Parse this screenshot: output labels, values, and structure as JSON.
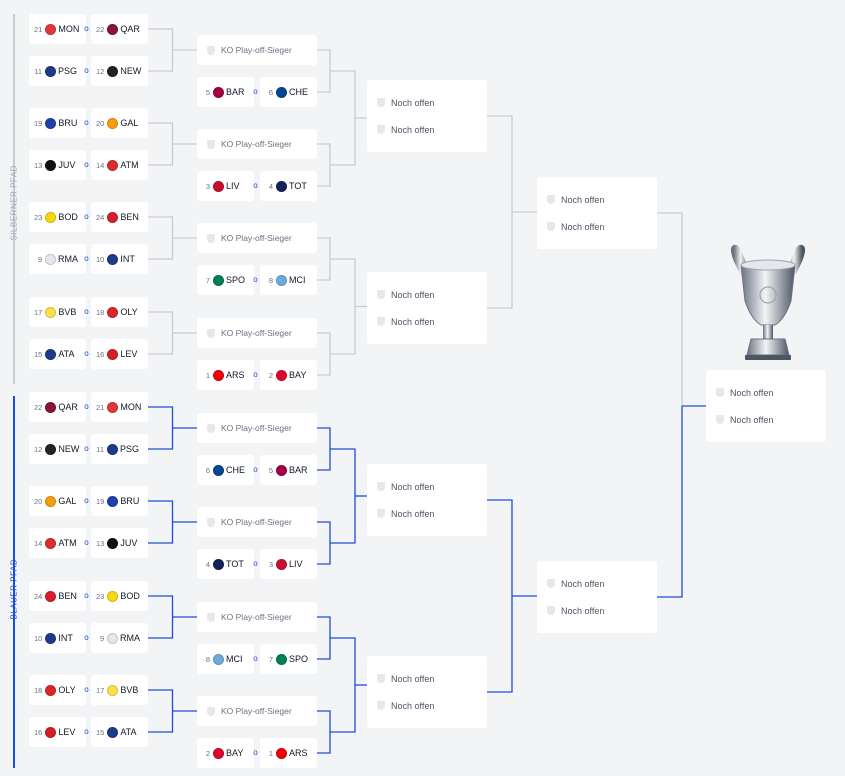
{
  "colors": {
    "silver_path": "#c7ccd3",
    "blue_path": "#1d4ed8",
    "card": "#ffffff",
    "background": "#f3f4f6"
  },
  "paths": {
    "silver": "SILBERNER PFAD",
    "blue": "BLAUER PFAD"
  },
  "connector_symbol": "o",
  "playoff_label": "KO Play-off-Sieger",
  "pending_label": "Noch offen",
  "silver_matches": [
    {
      "a": {
        "seed": "21",
        "code": "MON",
        "logo": "#e2363b"
      },
      "b": {
        "seed": "22",
        "code": "QAR",
        "logo": "#8b1538"
      }
    },
    {
      "a": {
        "seed": "11",
        "code": "PSG",
        "logo": "#1e3a8a"
      },
      "b": {
        "seed": "12",
        "code": "NEW",
        "logo": "#222222"
      }
    },
    {
      "a": {
        "seed": "19",
        "code": "BRU",
        "logo": "#1e40af"
      },
      "b": {
        "seed": "20",
        "code": "GAL",
        "logo": "#f59e0b"
      }
    },
    {
      "a": {
        "seed": "13",
        "code": "JUV",
        "logo": "#111111"
      },
      "b": {
        "seed": "14",
        "code": "ATM",
        "logo": "#d92e2e"
      }
    },
    {
      "a": {
        "seed": "23",
        "code": "BOD",
        "logo": "#f5d90a"
      },
      "b": {
        "seed": "24",
        "code": "BEN",
        "logo": "#d61f2b"
      }
    },
    {
      "a": {
        "seed": "9",
        "code": "RMA",
        "logo": "#e5e7eb"
      },
      "b": {
        "seed": "10",
        "code": "INT",
        "logo": "#1e3a8a"
      }
    },
    {
      "a": {
        "seed": "17",
        "code": "BVB",
        "logo": "#fde047"
      },
      "b": {
        "seed": "18",
        "code": "OLY",
        "logo": "#dc2626"
      }
    },
    {
      "a": {
        "seed": "15",
        "code": "ATA",
        "logo": "#1e3a8a"
      },
      "b": {
        "seed": "16",
        "code": "LEV",
        "logo": "#d21f26"
      }
    }
  ],
  "silver_fixed": [
    {
      "a": {
        "seed": "5",
        "code": "BAR",
        "logo": "#a50044"
      },
      "b": {
        "seed": "6",
        "code": "CHE",
        "logo": "#034694"
      }
    },
    {
      "a": {
        "seed": "3",
        "code": "LIV",
        "logo": "#c8102e"
      },
      "b": {
        "seed": "4",
        "code": "TOT",
        "logo": "#132257"
      }
    },
    {
      "a": {
        "seed": "7",
        "code": "SPO",
        "logo": "#008057"
      },
      "b": {
        "seed": "8",
        "code": "MCI",
        "logo": "#6cabdd"
      }
    },
    {
      "a": {
        "seed": "1",
        "code": "ARS",
        "logo": "#ef0107"
      },
      "b": {
        "seed": "2",
        "code": "BAY",
        "logo": "#dc052d"
      }
    }
  ],
  "blue_matches": [
    {
      "a": {
        "seed": "22",
        "code": "QAR",
        "logo": "#8b1538"
      },
      "b": {
        "seed": "21",
        "code": "MON",
        "logo": "#e2363b"
      }
    },
    {
      "a": {
        "seed": "12",
        "code": "NEW",
        "logo": "#222222"
      },
      "b": {
        "seed": "11",
        "code": "PSG",
        "logo": "#1e3a8a"
      }
    },
    {
      "a": {
        "seed": "20",
        "code": "GAL",
        "logo": "#f59e0b"
      },
      "b": {
        "seed": "19",
        "code": "BRU",
        "logo": "#1e40af"
      }
    },
    {
      "a": {
        "seed": "14",
        "code": "ATM",
        "logo": "#d92e2e"
      },
      "b": {
        "seed": "13",
        "code": "JUV",
        "logo": "#111111"
      }
    },
    {
      "a": {
        "seed": "24",
        "code": "BEN",
        "logo": "#d61f2b"
      },
      "b": {
        "seed": "23",
        "code": "BOD",
        "logo": "#f5d90a"
      }
    },
    {
      "a": {
        "seed": "10",
        "code": "INT",
        "logo": "#1e3a8a"
      },
      "b": {
        "seed": "9",
        "code": "RMA",
        "logo": "#e5e7eb"
      }
    },
    {
      "a": {
        "seed": "18",
        "code": "OLY",
        "logo": "#dc2626"
      },
      "b": {
        "seed": "17",
        "code": "BVB",
        "logo": "#fde047"
      }
    },
    {
      "a": {
        "seed": "16",
        "code": "LEV",
        "logo": "#d21f26"
      },
      "b": {
        "seed": "15",
        "code": "ATA",
        "logo": "#1e3a8a"
      }
    }
  ],
  "blue_fixed": [
    {
      "a": {
        "seed": "6",
        "code": "CHE",
        "logo": "#034694"
      },
      "b": {
        "seed": "5",
        "code": "BAR",
        "logo": "#a50044"
      }
    },
    {
      "a": {
        "seed": "4",
        "code": "TOT",
        "logo": "#132257"
      },
      "b": {
        "seed": "3",
        "code": "LIV",
        "logo": "#c8102e"
      }
    },
    {
      "a": {
        "seed": "8",
        "code": "MCI",
        "logo": "#6cabdd"
      },
      "b": {
        "seed": "7",
        "code": "SPO",
        "logo": "#008057"
      }
    },
    {
      "a": {
        "seed": "2",
        "code": "BAY",
        "logo": "#dc052d"
      },
      "b": {
        "seed": "1",
        "code": "ARS",
        "logo": "#ef0107"
      }
    }
  ],
  "trophy_icon": "champions-league-trophy-icon"
}
